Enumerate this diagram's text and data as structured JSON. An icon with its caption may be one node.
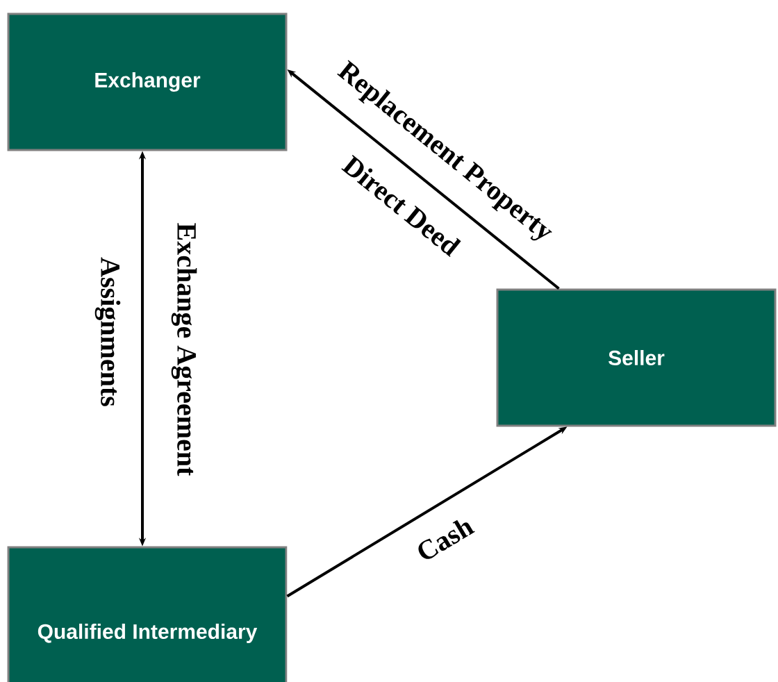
{
  "diagram": {
    "nodes": [
      {
        "text": [
          "Exchanger"
        ]
      },
      {
        "text": [
          "Seller"
        ]
      },
      {
        "text": [
          "Qualified Intermediary"
        ]
      }
    ],
    "edges": [
      {
        "from": 0,
        "to": 2,
        "arrow": "both",
        "label": "Exchange Agreement"
      },
      {
        "from": 1,
        "to": 0,
        "arrow": "to",
        "label": "Replacement Property"
      },
      {
        "from": 2,
        "to": 1,
        "arrow": "to",
        "label": "Cash"
      }
    ],
    "labels": [
      "Assignments",
      "Direct Deed"
    ]
  }
}
